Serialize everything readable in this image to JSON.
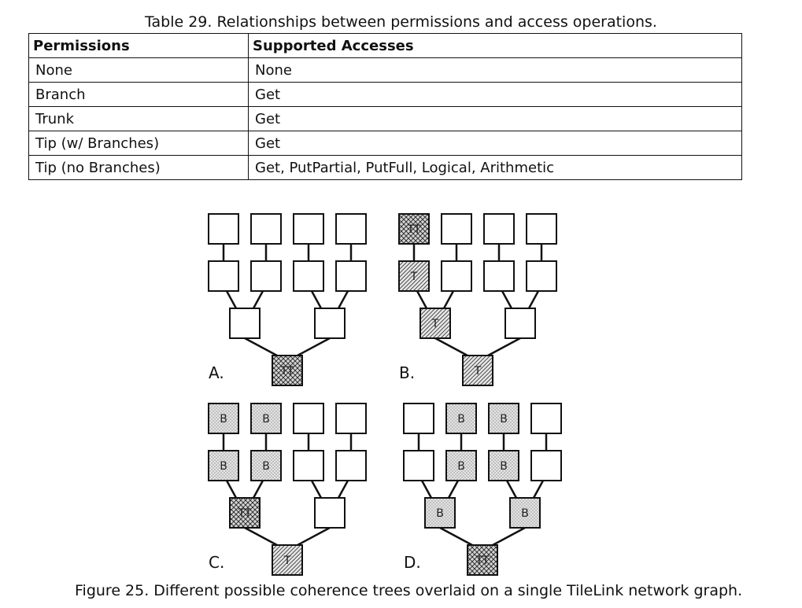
{
  "table_caption": "Table 29. Relationships between permissions and access operations.",
  "table": {
    "headers": [
      "Permissions",
      "Supported Accesses"
    ],
    "rows": [
      [
        "None",
        "None"
      ],
      [
        "Branch",
        "Get"
      ],
      [
        "Trunk",
        "Get"
      ],
      [
        "Tip (w/ Branches)",
        "Get"
      ],
      [
        "Tip (no Branches)",
        "Get, PutPartial, PutFull, Logical, Arithmetic"
      ]
    ]
  },
  "figure_caption": "Figure 25. Different possible coherence trees overlaid on a single TileLink network graph.",
  "trees": [
    {
      "label": "A.",
      "top": [
        "",
        "",
        "",
        ""
      ],
      "mid": [
        "",
        "",
        "",
        ""
      ],
      "inner": [
        "",
        ""
      ],
      "root": "TT"
    },
    {
      "label": "B.",
      "top": [
        "TT",
        "",
        "",
        ""
      ],
      "mid": [
        "T",
        "",
        "",
        ""
      ],
      "inner": [
        "T",
        ""
      ],
      "root": "T"
    },
    {
      "label": "C.",
      "top": [
        "B",
        "B",
        "",
        ""
      ],
      "mid": [
        "B",
        "B",
        "",
        ""
      ],
      "inner": [
        "TT",
        ""
      ],
      "root": "T"
    },
    {
      "label": "D.",
      "top": [
        "",
        "B",
        "B",
        ""
      ],
      "mid": [
        "",
        "B",
        "B",
        ""
      ],
      "inner": [
        "B",
        "B"
      ],
      "root": "TT"
    }
  ]
}
